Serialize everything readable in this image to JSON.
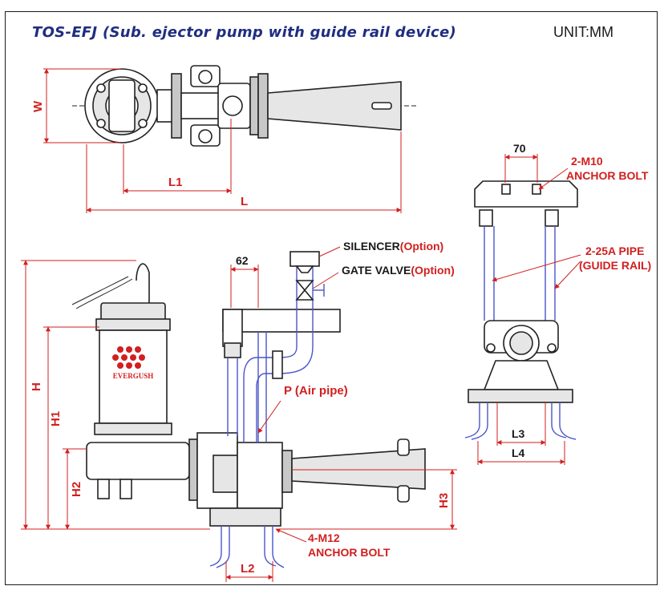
{
  "title": "TOS-EFJ (Sub. ejector pump with guide rail device)",
  "unit": "UNIT:MM",
  "brand": "EVERGUSH",
  "colors": {
    "title": "#1f2e80",
    "dimension": "#d21f1f",
    "pipe": "#4a55c9",
    "option": "#d21f1f"
  },
  "labels": {
    "w": "W",
    "l1": "L1",
    "l": "L",
    "h": "H",
    "h1": "H1",
    "h2": "H2",
    "h3": "H3",
    "l2": "L2",
    "l3": "L3",
    "l4": "L4",
    "dim_62": "62",
    "dim_70": "70",
    "silencer": "SILENCER",
    "silencer_option": "(Option)",
    "gate_valve": "GATE VALVE",
    "gate_valve_option": "(Option)",
    "air_pipe": "P (Air pipe)",
    "anchor_top_1": "2-M10",
    "anchor_top_2": "ANCHOR BOLT",
    "guide_rail_1": "2-25A PIPE",
    "guide_rail_2": "(GUIDE RAIL)",
    "anchor_bottom_1": "4-M12",
    "anchor_bottom_2": "ANCHOR BOLT"
  }
}
